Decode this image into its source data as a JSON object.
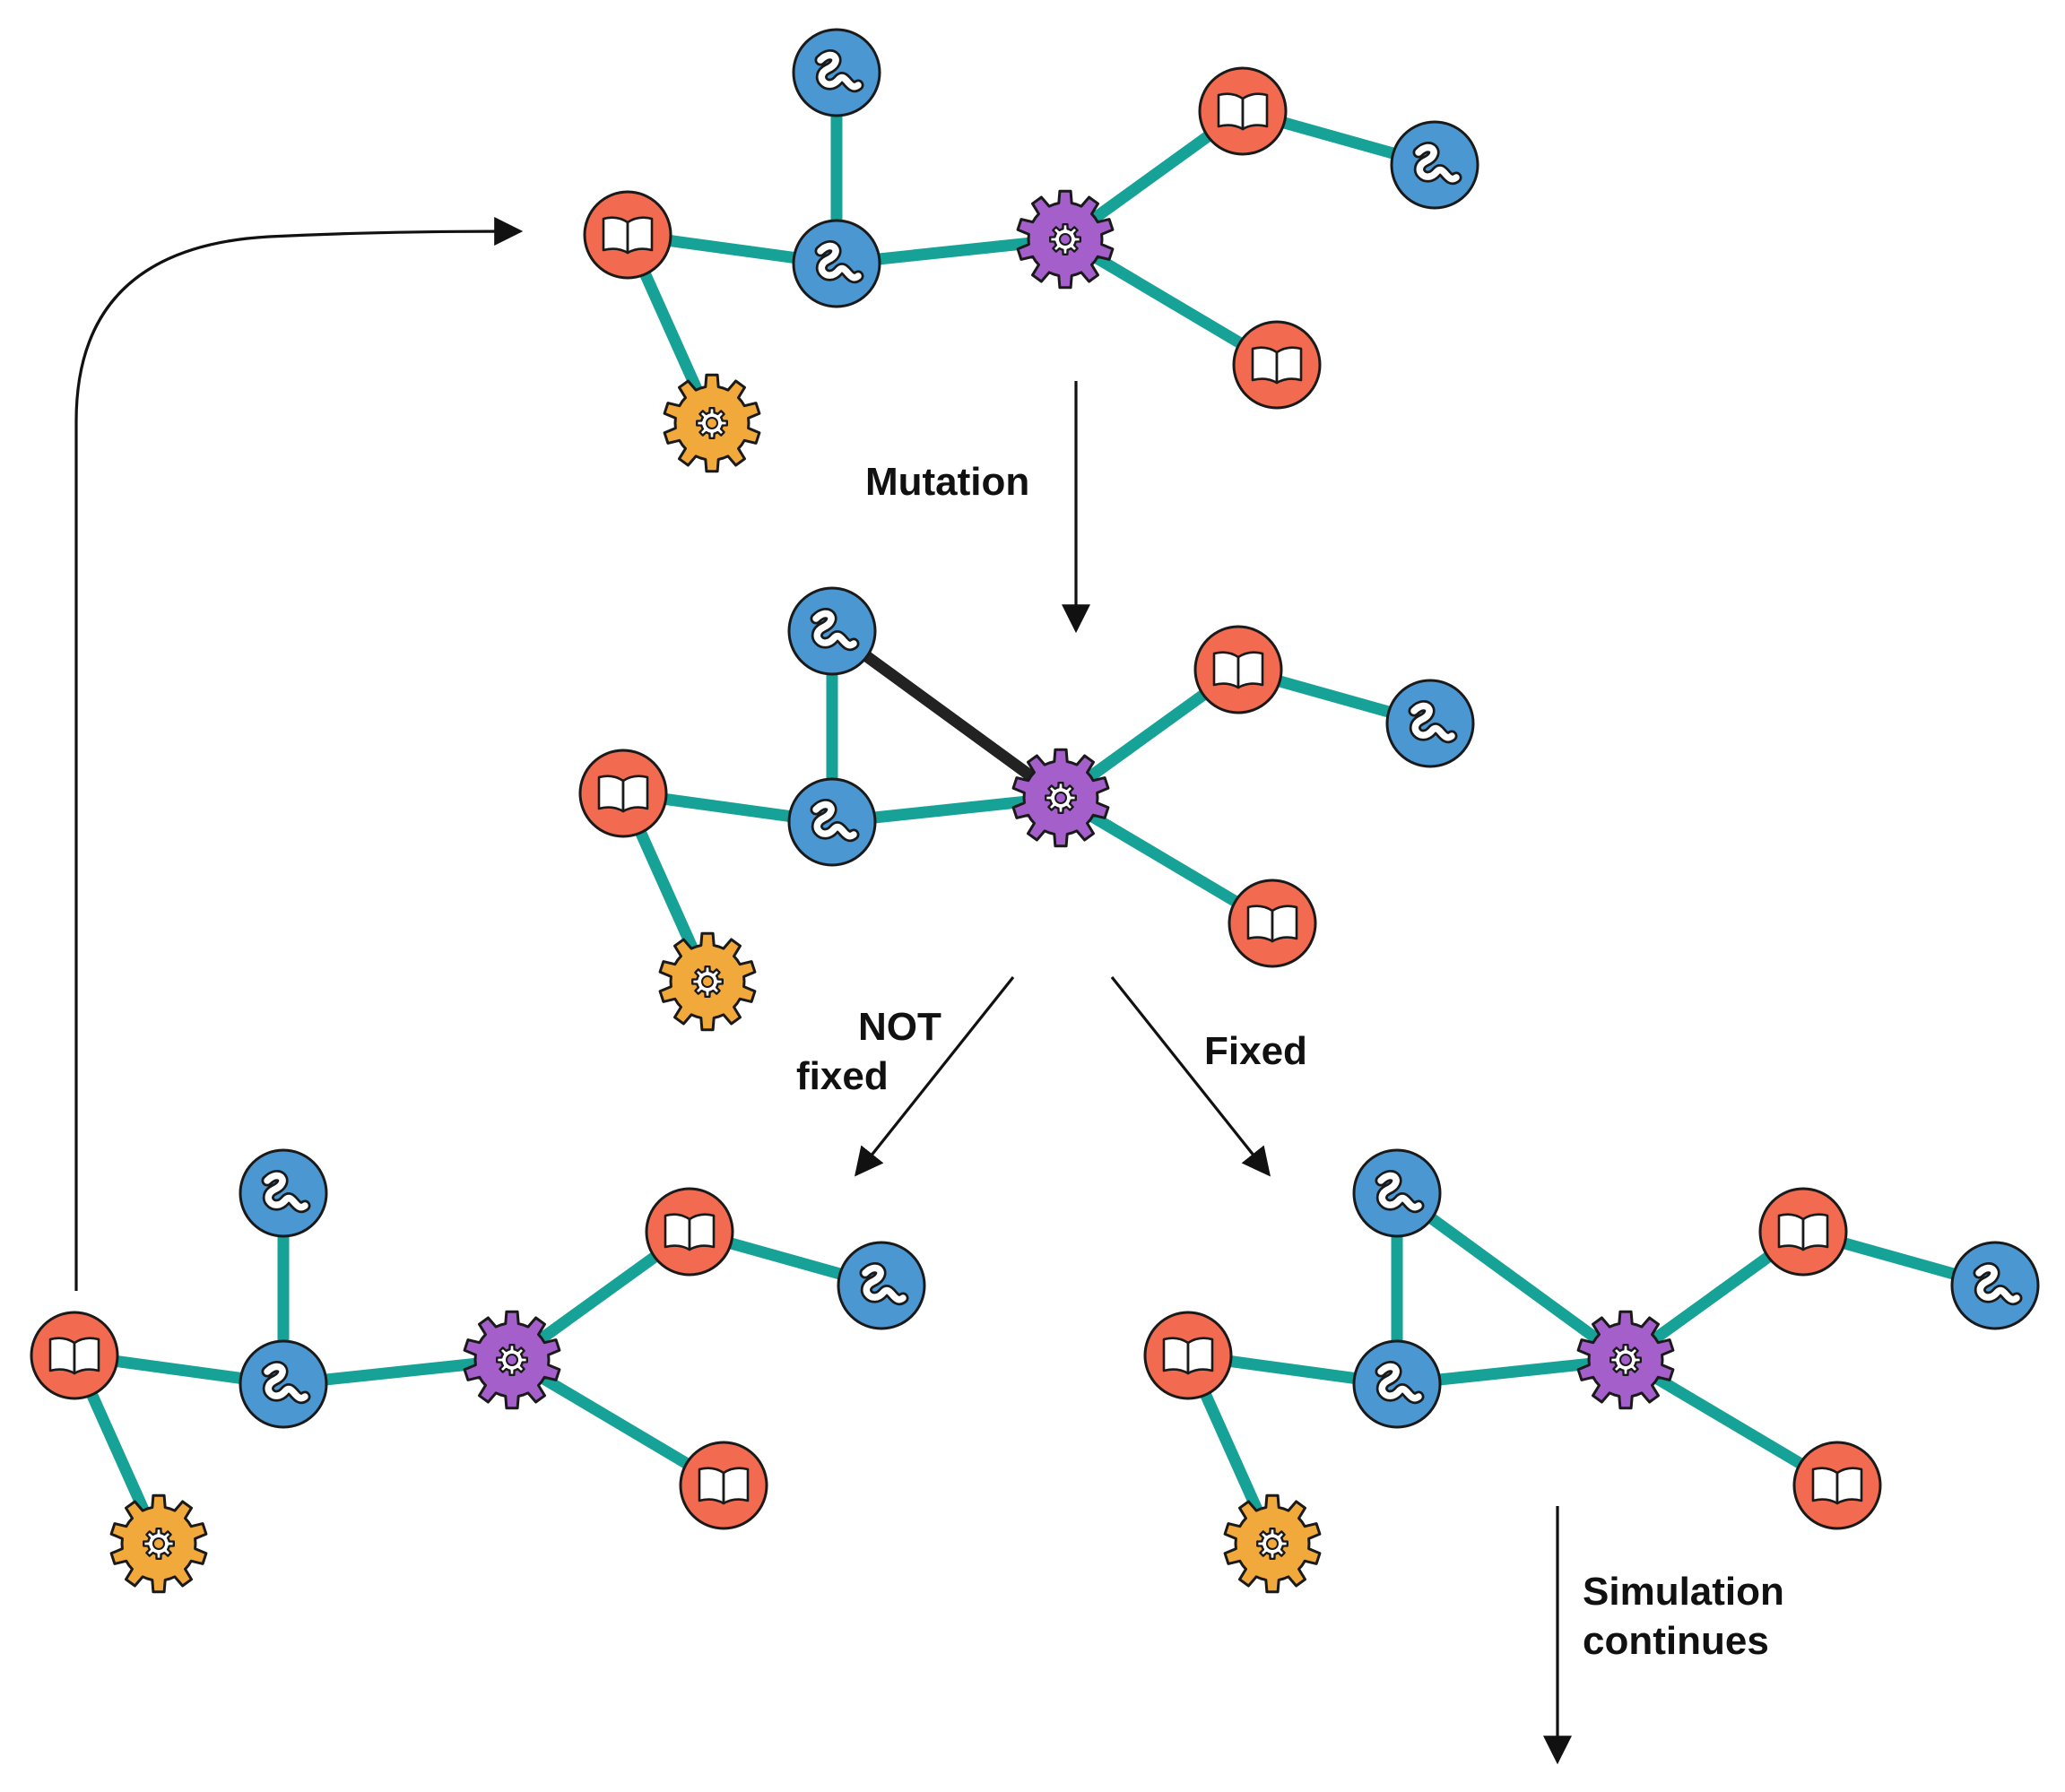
{
  "labels": {
    "mutation": "Mutation",
    "not_fixed_line1": "NOT",
    "not_fixed_line2": "fixed",
    "fixed": "Fixed",
    "simulation_line1": "Simulation",
    "simulation_line2": "continues"
  },
  "colors": {
    "edge": "#17a297",
    "new_edge": "#222222",
    "book_node": "#f26a4f",
    "worm_node": "#4a97d2",
    "hub_gear": "#a45fcb",
    "leaf_gear": "#f2a93b",
    "outline": "#1a1a1a"
  },
  "icons": {
    "book": "open-book-icon",
    "worm": "worm-icon",
    "gear": "gear-icon"
  }
}
